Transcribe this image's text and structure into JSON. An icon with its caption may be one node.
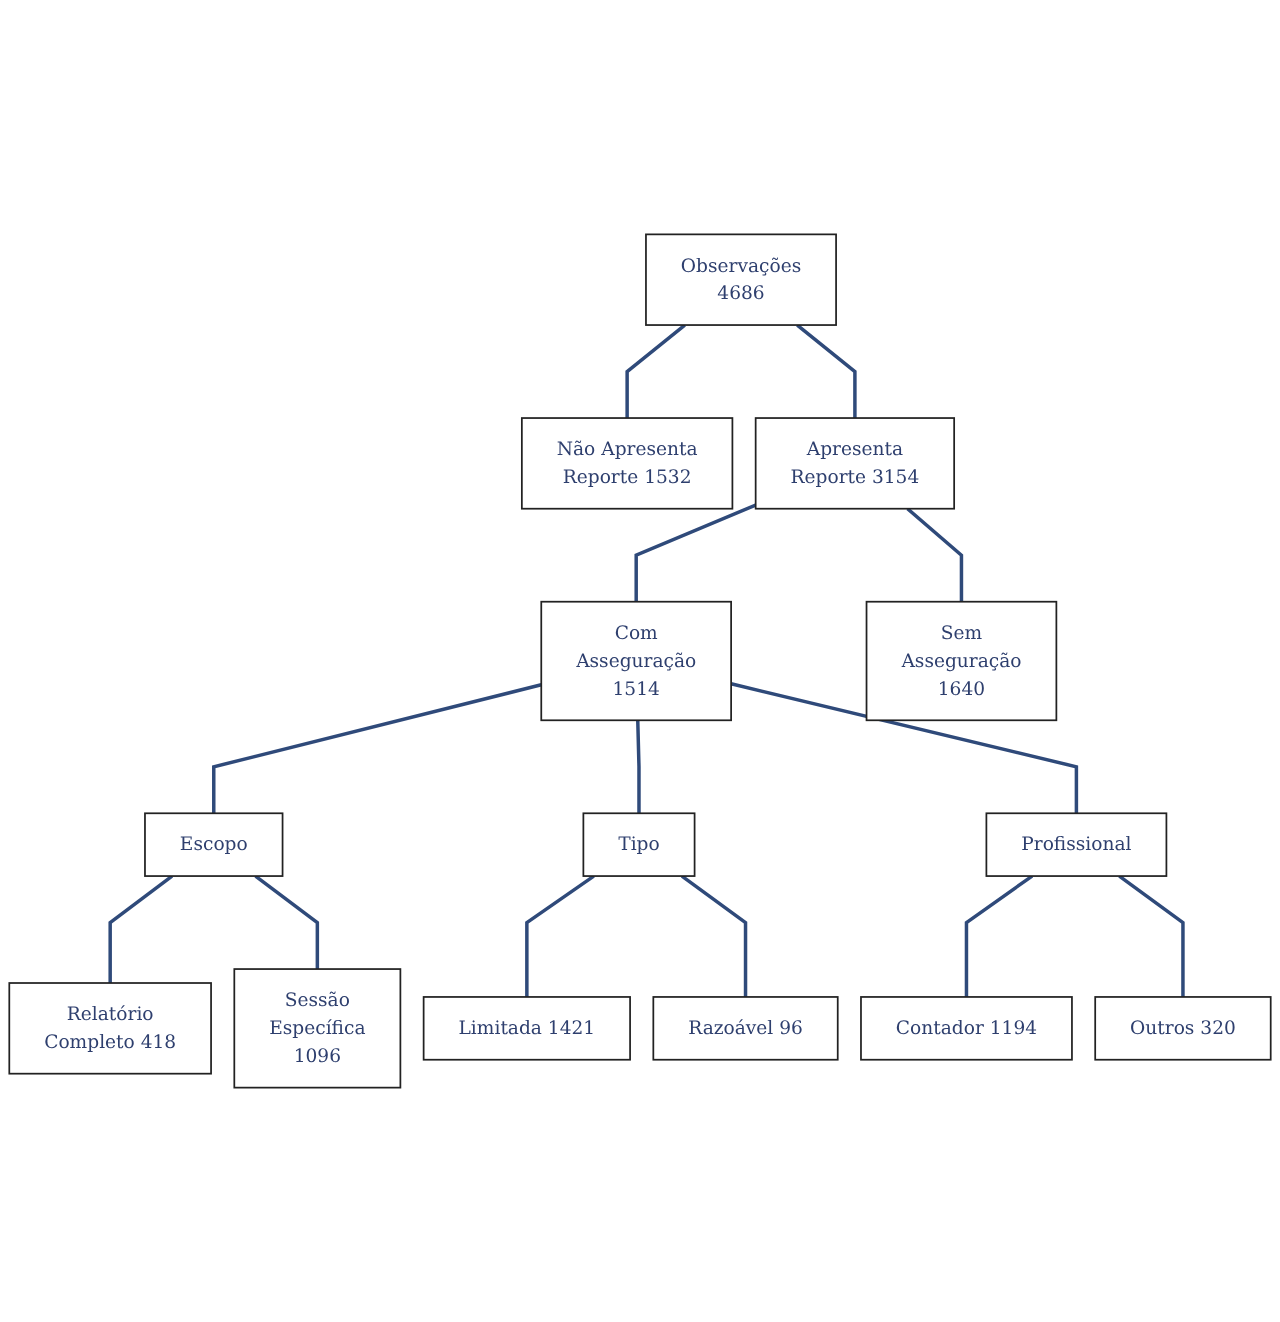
{
  "diagram": {
    "nodes": [
      {
        "text": [
          "Observações 4686"
        ]
      },
      {
        "text": [
          "Não Apresenta Reporte 1532"
        ]
      },
      {
        "text": [
          "Apresenta Reporte 3154"
        ]
      },
      {
        "text": [
          "Com Asseguração 1514"
        ]
      },
      {
        "text": [
          "Sem Asseguração 1640"
        ]
      },
      {
        "text": [
          "Escopo"
        ]
      },
      {
        "text": [
          "Tipo"
        ]
      },
      {
        "text": [
          "Profissional"
        ]
      },
      {
        "text": [
          "Relatório Completo 418"
        ]
      },
      {
        "text": [
          "Sessão Específica 1096"
        ]
      },
      {
        "text": [
          "Limitada 1421"
        ]
      },
      {
        "text": [
          "Razoável 96"
        ]
      },
      {
        "text": [
          "Contador 1194"
        ]
      },
      {
        "text": [
          "Outros 320"
        ]
      }
    ],
    "edges": [
      {
        "from": 0,
        "to": 1,
        "arrow": "none"
      },
      {
        "from": 0,
        "to": 2,
        "arrow": "none"
      },
      {
        "from": 2,
        "to": 3,
        "arrow": "none"
      },
      {
        "from": 2,
        "to": 4,
        "arrow": "none"
      },
      {
        "from": 3,
        "to": 5,
        "arrow": "none"
      },
      {
        "from": 3,
        "to": 6,
        "arrow": "none"
      },
      {
        "from": 3,
        "to": 7,
        "arrow": "none"
      },
      {
        "from": 5,
        "to": 8,
        "arrow": "none"
      },
      {
        "from": 5,
        "to": 9,
        "arrow": "none"
      },
      {
        "from": 6,
        "to": 10,
        "arrow": "none"
      },
      {
        "from": 6,
        "to": 11,
        "arrow": "none"
      },
      {
        "from": 7,
        "to": 12,
        "arrow": "none"
      },
      {
        "from": 7,
        "to": 13,
        "arrow": "none"
      }
    ]
  }
}
